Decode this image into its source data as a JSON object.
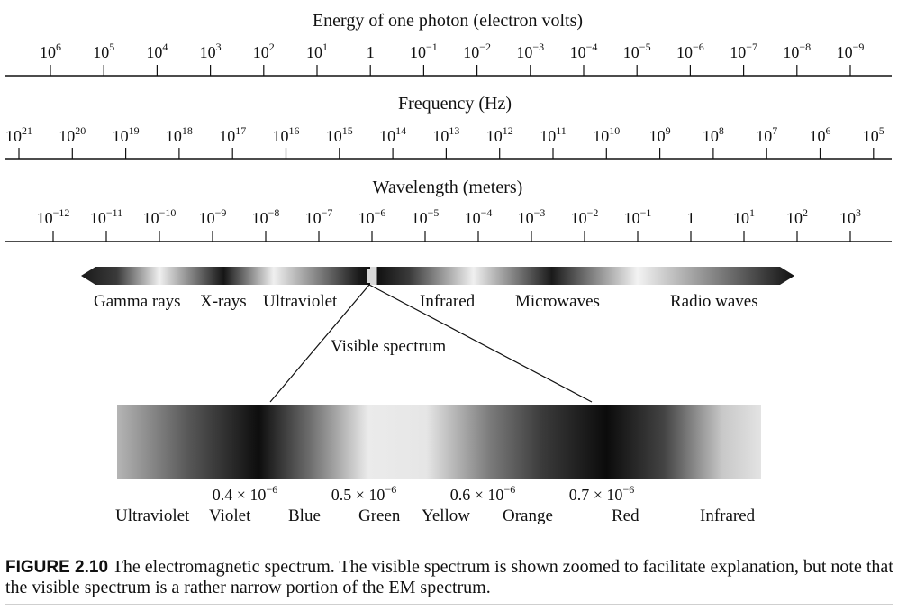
{
  "energy_scale": {
    "title": "Energy of one photon (electron volts)",
    "ticks": [
      {
        "base": "10",
        "exp": "6"
      },
      {
        "base": "10",
        "exp": "5"
      },
      {
        "base": "10",
        "exp": "4"
      },
      {
        "base": "10",
        "exp": "3"
      },
      {
        "base": "10",
        "exp": "2"
      },
      {
        "base": "10",
        "exp": "1"
      },
      {
        "base": "1",
        "exp": ""
      },
      {
        "base": "10",
        "exp": "−1"
      },
      {
        "base": "10",
        "exp": "−2"
      },
      {
        "base": "10",
        "exp": "−3"
      },
      {
        "base": "10",
        "exp": "−4"
      },
      {
        "base": "10",
        "exp": "−5"
      },
      {
        "base": "10",
        "exp": "−6"
      },
      {
        "base": "10",
        "exp": "−7"
      },
      {
        "base": "10",
        "exp": "−8"
      },
      {
        "base": "10",
        "exp": "−9"
      }
    ]
  },
  "frequency_scale": {
    "title": "Frequency (Hz)",
    "ticks": [
      {
        "base": "10",
        "exp": "21"
      },
      {
        "base": "10",
        "exp": "20"
      },
      {
        "base": "10",
        "exp": "19"
      },
      {
        "base": "10",
        "exp": "18"
      },
      {
        "base": "10",
        "exp": "17"
      },
      {
        "base": "10",
        "exp": "16"
      },
      {
        "base": "10",
        "exp": "15"
      },
      {
        "base": "10",
        "exp": "14"
      },
      {
        "base": "10",
        "exp": "13"
      },
      {
        "base": "10",
        "exp": "12"
      },
      {
        "base": "10",
        "exp": "11"
      },
      {
        "base": "10",
        "exp": "10"
      },
      {
        "base": "10",
        "exp": "9"
      },
      {
        "base": "10",
        "exp": "8"
      },
      {
        "base": "10",
        "exp": "7"
      },
      {
        "base": "10",
        "exp": "6"
      },
      {
        "base": "10",
        "exp": "5"
      }
    ]
  },
  "wavelength_scale": {
    "title": "Wavelength (meters)",
    "ticks": [
      {
        "base": "10",
        "exp": "−12"
      },
      {
        "base": "10",
        "exp": "−11"
      },
      {
        "base": "10",
        "exp": "−10"
      },
      {
        "base": "10",
        "exp": "−9"
      },
      {
        "base": "10",
        "exp": "−8"
      },
      {
        "base": "10",
        "exp": "−7"
      },
      {
        "base": "10",
        "exp": "−6"
      },
      {
        "base": "10",
        "exp": "−5"
      },
      {
        "base": "10",
        "exp": "−4"
      },
      {
        "base": "10",
        "exp": "−3"
      },
      {
        "base": "10",
        "exp": "−2"
      },
      {
        "base": "10",
        "exp": "−1"
      },
      {
        "base": "1",
        "exp": ""
      },
      {
        "base": "10",
        "exp": "1"
      },
      {
        "base": "10",
        "exp": "2"
      },
      {
        "base": "10",
        "exp": "3"
      }
    ]
  },
  "spectrum_bands": [
    "Gamma rays",
    "X-rays",
    "Ultraviolet",
    "Infrared",
    "Microwaves",
    "Radio waves"
  ],
  "visible": {
    "title": "Visible spectrum",
    "wavelength_marks": [
      {
        "coef": "0.4 × 10",
        "exp": "−6"
      },
      {
        "coef": "0.5 × 10",
        "exp": "−6"
      },
      {
        "coef": "0.6 × 10",
        "exp": "−6"
      },
      {
        "coef": "0.7 × 10",
        "exp": "−6"
      }
    ],
    "colors": [
      "Ultraviolet",
      "Violet",
      "Blue",
      "Green",
      "Yellow",
      "Orange",
      "Red",
      "Infrared"
    ]
  },
  "caption": {
    "label": "FIGURE 2.10",
    "text": " The electromagnetic spectrum. The visible spectrum is shown zoomed to facilitate explanation, but note that the visible spectrum is a rather narrow portion of the EM spectrum."
  }
}
